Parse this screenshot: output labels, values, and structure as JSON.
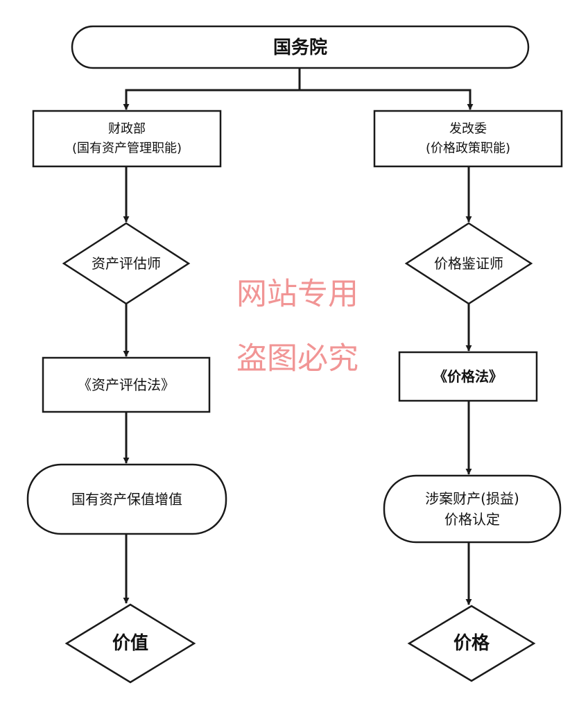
{
  "colors": {
    "stroke": "#1a1a1a",
    "text": "#111111",
    "watermark": "#f08a8a"
  },
  "nodes": {
    "root": "国务院",
    "left_box": {
      "line1": "财政部",
      "line2": "(国有资产管理职能)"
    },
    "right_box": {
      "line1": "发改委",
      "line2": "(价格政策职能)"
    },
    "left_diamond_1": "资产评估师",
    "right_diamond_1": "价格鉴证师",
    "left_law": "《资产评估法》",
    "right_law": "《价格法》",
    "left_rounded": "国有资产保值增值",
    "right_rounded": {
      "line1": "涉案财产(损益)",
      "line2": "价格认定"
    },
    "left_diamond_2": "价值",
    "right_diamond_2": "价格"
  },
  "watermark": {
    "line1": "网站专用",
    "line2": "盗图必究"
  }
}
